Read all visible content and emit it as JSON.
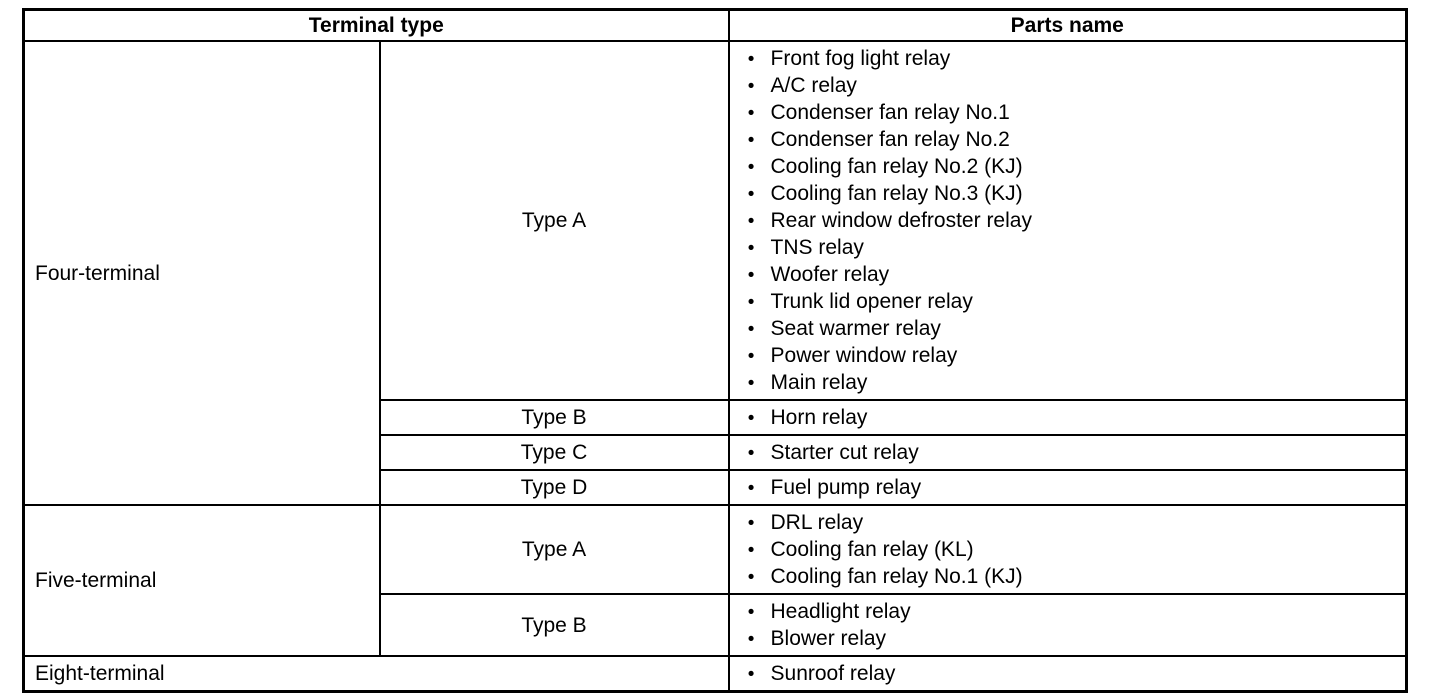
{
  "table": {
    "headers": {
      "terminal_type": "Terminal type",
      "parts_name": "Parts name"
    },
    "bullet_char": "•",
    "colors": {
      "border": "#000000",
      "background": "#ffffff",
      "text": "#000000"
    },
    "groups": [
      {
        "terminal": "Four-terminal",
        "types": [
          {
            "label": "Type A",
            "parts": [
              "Front fog light relay",
              "A/C relay",
              "Condenser fan relay No.1",
              "Condenser fan relay No.2",
              "Cooling fan relay No.2 (KJ)",
              "Cooling fan relay No.3 (KJ)",
              "Rear window defroster relay",
              "TNS relay",
              "Woofer relay",
              "Trunk lid opener relay",
              "Seat warmer relay",
              "Power window relay",
              "Main relay"
            ]
          },
          {
            "label": "Type B",
            "parts": [
              "Horn relay"
            ]
          },
          {
            "label": "Type C",
            "parts": [
              "Starter cut relay"
            ]
          },
          {
            "label": "Type D",
            "parts": [
              "Fuel pump relay"
            ]
          }
        ]
      },
      {
        "terminal": "Five-terminal",
        "types": [
          {
            "label": "Type A",
            "parts": [
              "DRL relay",
              "Cooling fan relay (KL)",
              "Cooling fan relay No.1 (KJ)"
            ]
          },
          {
            "label": "Type B",
            "parts": [
              "Headlight relay",
              "Blower relay"
            ]
          }
        ]
      },
      {
        "terminal": "Eight-terminal",
        "types": [
          {
            "label": null,
            "parts": [
              "Sunroof relay"
            ]
          }
        ]
      }
    ]
  }
}
